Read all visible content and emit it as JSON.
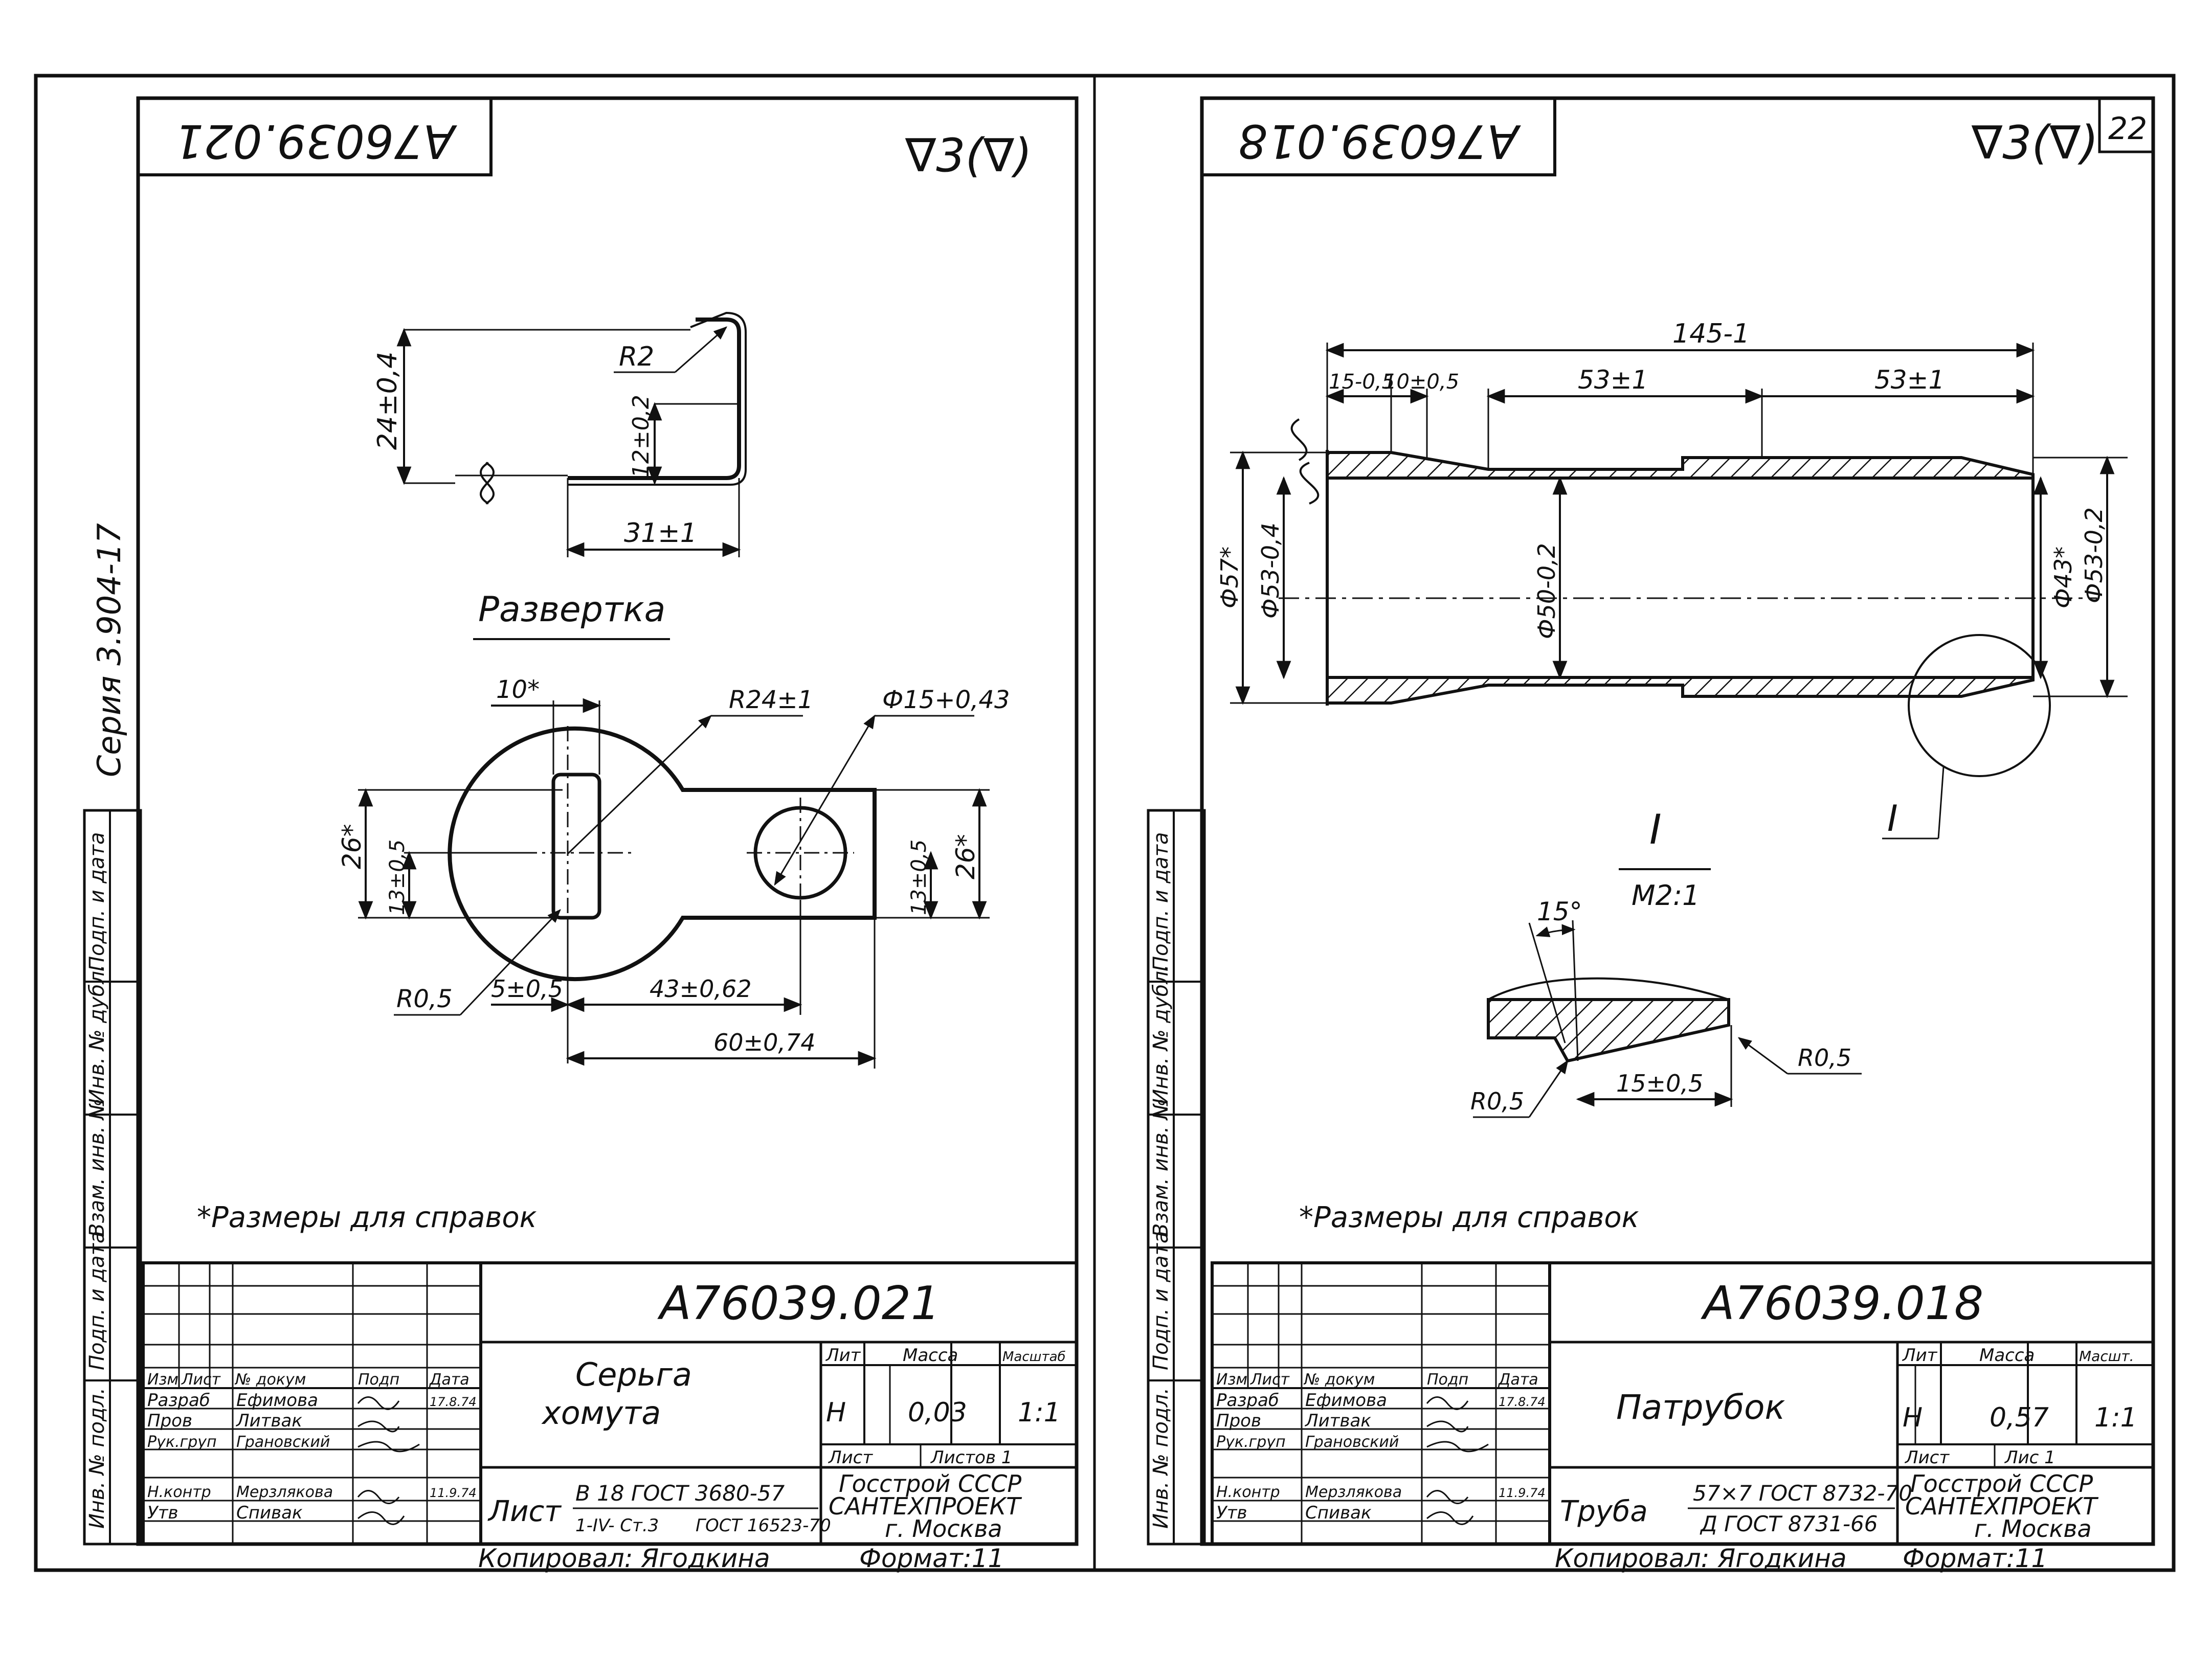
{
  "series_label": "Серия 3.904-17",
  "page_number": "22",
  "margin_labels": [
    "Инв. № подл.",
    "Подп. и дата",
    "Взам. инв. №",
    "Инв. № дубл.",
    "Подп. и дата"
  ],
  "left_sheet": {
    "mirrored_code": "А76039.021",
    "roughness": "∇3(∇)",
    "dims": {
      "d_24": "24±0,4",
      "d_12": "12±0,2",
      "d_31": "31±1",
      "d_R2": "R2",
      "d_10": "10*",
      "d_R24": "R24±1",
      "d_15": "Ф15+0,43",
      "d_26l": "26*",
      "d_13l": "13±0,5",
      "d_13r": "13±0,5",
      "d_26r": "26*",
      "d_R05": "R0,5",
      "d_5": "5±0,5",
      "d_43": "43±0,62",
      "d_60": "60±0,74"
    },
    "unfold_label": "Развертка",
    "note": "*Размеры для справок",
    "title_block": {
      "code": "А76039.021",
      "name_line1": "Серьга",
      "name_line2": "хомута",
      "col_izm": "Изм",
      "col_list": "Лист",
      "col_doc": "№ докум",
      "col_podp": "Подп",
      "col_data": "Дата",
      "roles": [
        "Разраб",
        "Пров",
        "Рук.груп",
        "Н.контр",
        "Утв"
      ],
      "people": [
        "Ефимова",
        "Литвак",
        "Грановский",
        "Мерзлякова",
        "Спивак"
      ],
      "dates": [
        "17.8.74",
        "11.9.74"
      ],
      "hdr_lit": "Лит",
      "hdr_massa": "Масса",
      "hdr_masshtab": "Масштаб",
      "lit_val": "Н",
      "massa_val": "0,03",
      "masshtab_val": "1:1",
      "sheet_lbl": "Лист",
      "sheets_lbl": "Листов 1",
      "material_prefix": "Лист",
      "material_line1": "В 18 ГОСТ 3680-57",
      "material_line2": "1-IV- Ст.3",
      "material_line3": "ГОСТ 16523-70",
      "org_line1": "Госстрой СССР",
      "org_line2": "САНТЕХПРОЕКТ",
      "org_line3": "г. Москва"
    },
    "footer_copied": "Копировал: Ягодкина",
    "footer_format": "Формат:11"
  },
  "right_sheet": {
    "mirrored_code": "А76039.018",
    "roughness": "∇3(∇)",
    "dims": {
      "d_145": "145-1",
      "d_15a": "15-0,5",
      "d_10a": "10±0,5",
      "d_53a": "53±1",
      "d_53b": "53±1",
      "d_57": "Ф57*",
      "d_53l": "Ф53-0,4",
      "d_50": "Ф50-0,2",
      "d_43": "Ф43*",
      "d_53r": "Ф53-0,2",
      "d_15deg": "15°",
      "d_R05a": "R0,5",
      "d_R05b": "R0,5",
      "d_15b": "15±0,5"
    },
    "detail_marker": "I",
    "detail_label": "I",
    "detail_scale": "М2:1",
    "note": "*Размеры для справок",
    "title_block": {
      "code": "А76039.018",
      "name_line1": "Патрубок",
      "col_izm": "Изм",
      "col_list": "Лист",
      "col_doc": "№ докум",
      "col_podp": "Подп",
      "col_data": "Дата",
      "roles": [
        "Разраб",
        "Пров",
        "Рук.груп",
        "Н.контр",
        "Утв"
      ],
      "people": [
        "Ефимова",
        "Литвак",
        "Грановский",
        "Мерзлякова",
        "Спивак"
      ],
      "dates": [
        "17.8.74",
        "11.9.74"
      ],
      "hdr_lit": "Лит",
      "hdr_massa": "Масса",
      "hdr_masshtab": "Масшт.",
      "lit_val": "Н",
      "massa_val": "0,57",
      "masshtab_val": "1:1",
      "sheet_lbl": "Лист",
      "sheets_lbl": "Лис 1",
      "material_prefix": "Труба",
      "material_line1": "57×7 ГОСТ 8732-70",
      "material_line2": "Д ГОСТ 8731-66",
      "org_line1": "Госстрой СССР",
      "org_line2": "САНТЕХПРОЕКТ",
      "org_line3": "г. Москва"
    },
    "footer_copied": "Копировал: Ягодкина",
    "footer_format": "Формат:11"
  }
}
